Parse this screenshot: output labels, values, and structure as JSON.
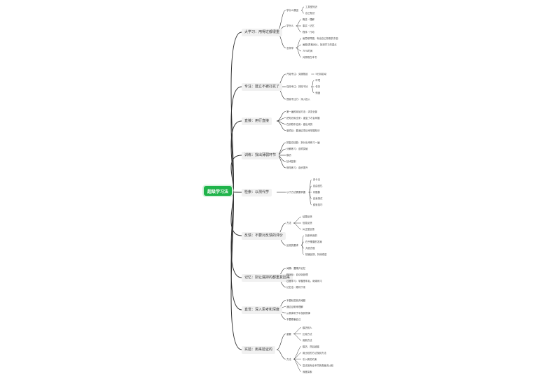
{
  "root": "超级学习法",
  "branches": [
    {
      "title": "大学习：用得过都很重",
      "children": [
        {
          "text": "学什么原因",
          "children": [
            "工具型知识",
            "自己知识"
          ]
        },
        {
          "text": "学什么",
          "children": [
            "概念 · 理解",
            "事实 · 记忆",
            "程序 · 行动"
          ]
        },
        {
          "text": "怎样学",
          "children": [
            "画思维导图，标出自己熟悉的东西",
            "画图/表格对比，找到学习的重点",
            "70%时间",
            "对照现在本书"
          ]
        }
      ]
    },
    {
      "title": "专注：建立不被打扰了",
      "children": [
        {
          "text": "开始专注：克服拖延",
          "children": [
            "5分钟启动"
          ]
        },
        {
          "text": "保持专注：排除干扰",
          "children": [
            "环境",
            "任务",
            "情绪"
          ]
        },
        {
          "text": "提高专注力：深入投入",
          "children": []
        }
      ]
    },
    {
      "title": "直接：用行直接",
      "children": [
        {
          "text": "第一遍的阅读方法：浏览全部",
          "children": []
        },
        {
          "text": "把知识用出来：重复了才会掌握",
          "children": []
        },
        {
          "text": "在实践中应用：做出来的",
          "children": []
        },
        {
          "text": "做项目：要通过项目来掌握知识",
          "children": []
        }
      ]
    },
    {
      "title": "训练：找出薄弱环节",
      "children": [
        {
          "text": "把复杂技能：拆分出来练习一遍",
          "children": []
        },
        {
          "text": "分解练习：逐项突破",
          "children": []
        },
        {
          "text": "模仿",
          "children": []
        },
        {
          "text": "技术复制",
          "children": []
        },
        {
          "text": "修改练习：逐步提升",
          "children": []
        }
      ]
    },
    {
      "title": "检索：以测代学",
      "children": [
        {
          "text": "以下方法需要掌握",
          "children": [
            "闪卡法",
            "自由回忆",
            "问题集",
            "自我测试",
            "费曼技巧"
          ]
        }
      ]
    },
    {
      "title": "反馈：不要对反馈的评价",
      "children": [
        {
          "text": "方法",
          "children": [
            "结果反馈",
            "信息反馈",
            "纠正型反馈"
          ]
        },
        {
          "text": "反馈的要求",
          "children": [
            "找到有用的",
            "在乎需要的答案",
            "大胆去做",
            "快速反馈、持续改进"
          ]
        }
      ]
    },
    {
      "title": "记忆：别让漏掉的都重复回来",
      "children": [
        {
          "text": "间隔：要隔开记忆",
          "children": []
        },
        {
          "text": "程序化：自动化处理",
          "children": []
        },
        {
          "text": "过度学习：掌握很牢后，继续练习",
          "children": []
        },
        {
          "text": "记忆法：顺利下来",
          "children": []
        }
      ]
    },
    {
      "title": "直觉：深入思考和深度",
      "children": [
        {
          "text": "不要轻易放弃难题",
          "children": []
        },
        {
          "text": "通过证明来理解",
          "children": []
        },
        {
          "text": "从具体例子中找到规律",
          "children": []
        },
        {
          "text": "不要欺骗自己",
          "children": []
        }
      ]
    },
    {
      "title": "实验：用来验证的",
      "children": [
        {
          "text": "重要",
          "children": [
            "模仿别人",
            "比较方法",
            "用新方法"
          ]
        },
        {
          "text": "方法",
          "children": [
            "模仿、然后超越",
            "用比较的方法找到方法",
            "引入新的约束",
            "尝试用完全不同的角度去比较",
            "深度探索"
          ]
        }
      ]
    }
  ]
}
